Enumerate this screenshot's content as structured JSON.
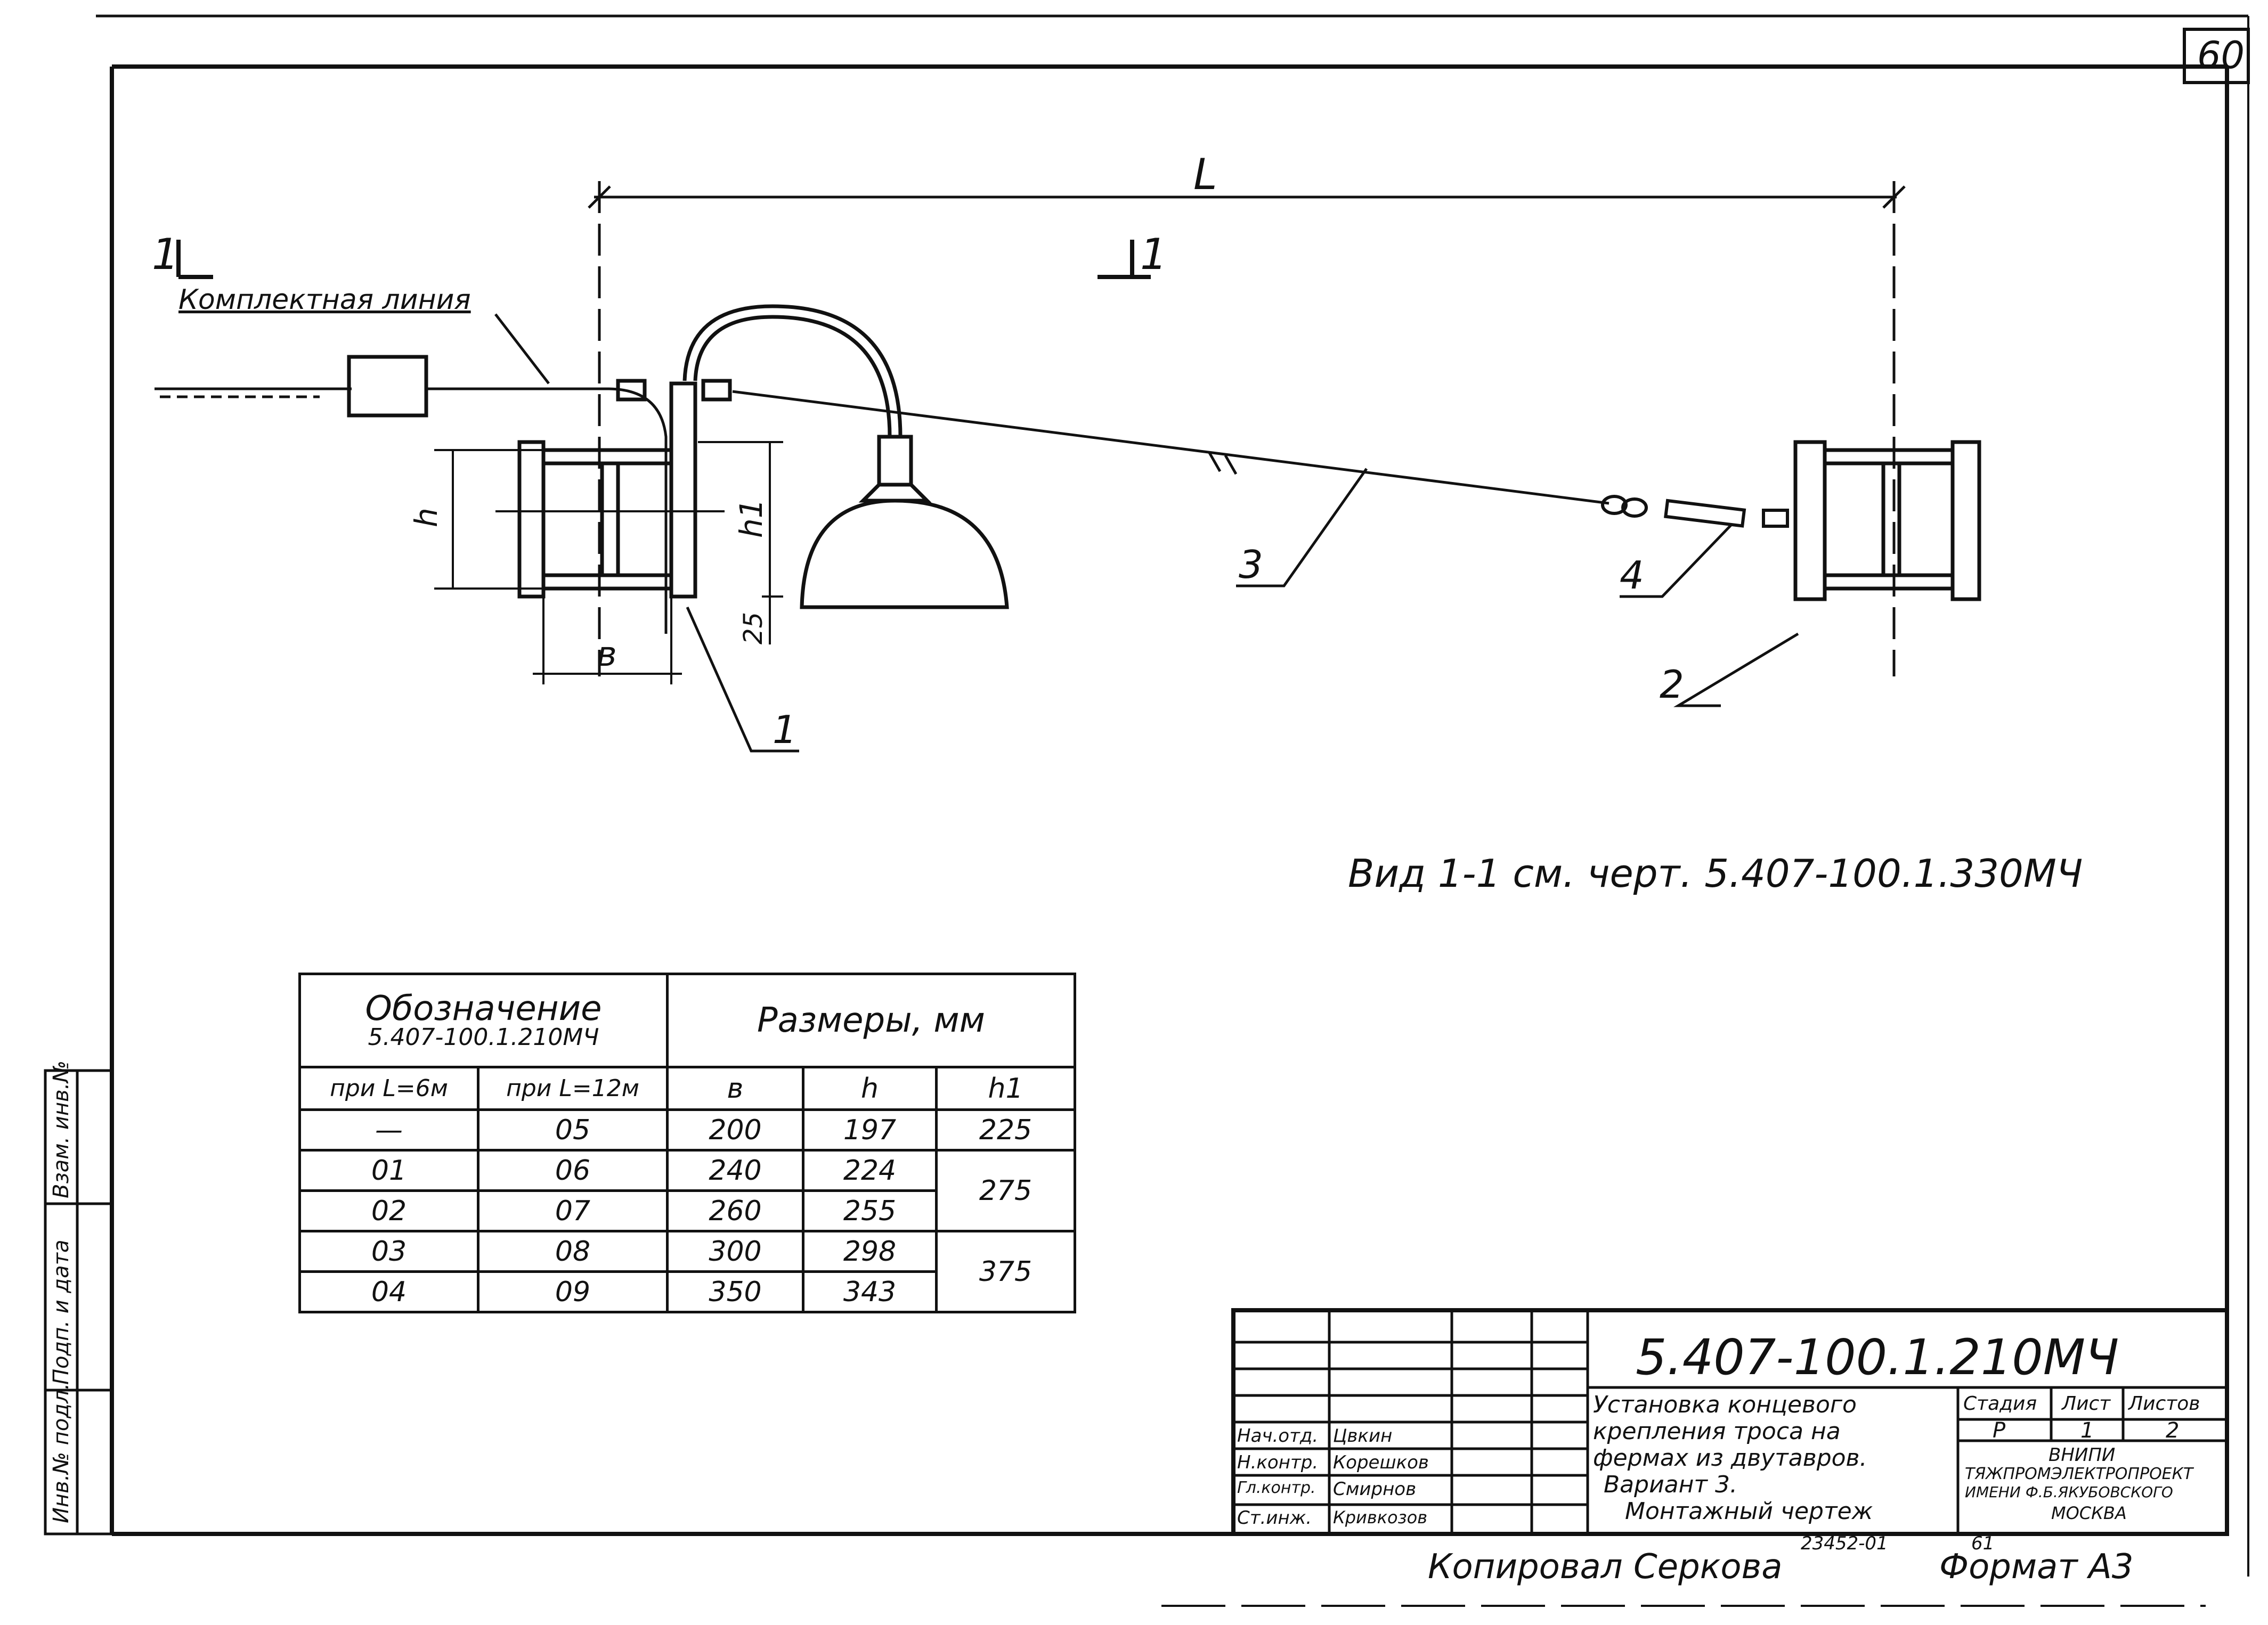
{
  "page_number": "60",
  "diagram": {
    "span_label": "L",
    "section_marker_left": "1",
    "section_marker_mid": "1",
    "line_label": "Комплектная линия",
    "dim_h": "h",
    "dim_h1": "h1",
    "dim_b": "в",
    "dim_25": "25",
    "callouts": [
      "1",
      "2",
      "3",
      "4"
    ],
    "view_note": "Вид 1-1 см. черт. 5.407-100.1.330МЧ"
  },
  "table": {
    "header_designation": "Обозначение",
    "header_designation_code": "5.407-100.1.210МЧ",
    "header_sizes": "Размеры, мм",
    "col_l6": "при L=6м",
    "col_l12": "при L=12м",
    "col_b": "в",
    "col_h": "h",
    "col_h1": "h1",
    "rows": [
      {
        "l6": "—",
        "l12": "05",
        "b": "200",
        "h": "197"
      },
      {
        "l6": "01",
        "l12": "06",
        "b": "240",
        "h": "224"
      },
      {
        "l6": "02",
        "l12": "07",
        "b": "260",
        "h": "255"
      },
      {
        "l6": "03",
        "l12": "08",
        "b": "300",
        "h": "298"
      },
      {
        "l6": "04",
        "l12": "09",
        "b": "350",
        "h": "343"
      }
    ],
    "h1_values": [
      "225",
      "275",
      "375"
    ]
  },
  "side_stamp": {
    "field1": "Инв.№ подл.",
    "field2": "Подп. и дата",
    "field3": "Взам. инв.№"
  },
  "title_block": {
    "drawing_code": "5.407-100.1.210МЧ",
    "title_lines": [
      "Установка концевого",
      "крепления троса на",
      "фермах из двутавров.",
      "Вариант 3.",
      "Монтажный чертеж"
    ],
    "stage_header": "Стадия",
    "sheet_header": "Лист",
    "sheets_header": "Листов",
    "stage_value": "Р",
    "sheet_value": "1",
    "sheets_value": "2",
    "org_lines": [
      "ВНИПИ",
      "ТЯЖПРОМЭЛЕКТРОПРОЕКТ",
      "ИМЕНИ Ф.Б.ЯКУБОВСКОГО",
      "МОСКВА"
    ],
    "roles": [
      "Нач.отд.",
      "Н.контр.",
      "Гл.контр.",
      "Ст.инж."
    ],
    "names": [
      "Цвкин",
      "Корешков",
      "Смирнов",
      "Кривкозов"
    ],
    "archive_no": "23452-01",
    "archive_sheet": "61"
  },
  "footer": {
    "copied": "Копировал Серкова",
    "format": "Формат А3"
  }
}
